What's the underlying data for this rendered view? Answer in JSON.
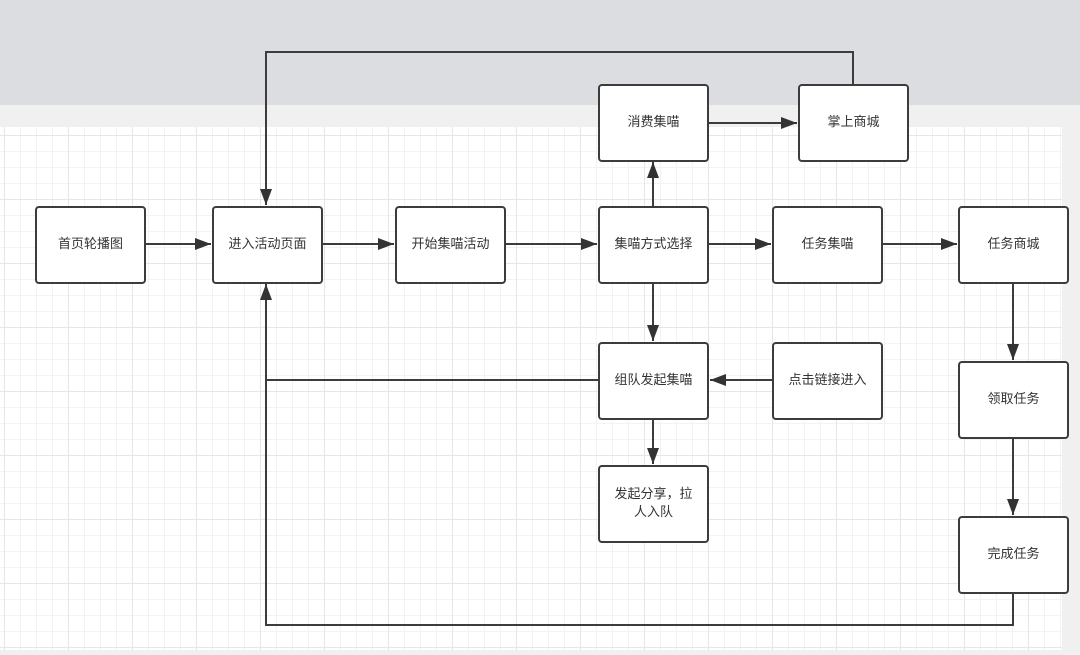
{
  "diagram": {
    "type": "flowchart",
    "nodes": [
      {
        "id": "carousel",
        "label": "首页轮播图"
      },
      {
        "id": "enter_page",
        "label": "进入活动页面"
      },
      {
        "id": "start",
        "label": "开始集喵活动"
      },
      {
        "id": "choose",
        "label": "集喵方式选择"
      },
      {
        "id": "consume",
        "label": "消费集喵"
      },
      {
        "id": "mall",
        "label": "掌上商城"
      },
      {
        "id": "task_collect",
        "label": "任务集喵"
      },
      {
        "id": "task_mall",
        "label": "任务商城"
      },
      {
        "id": "team",
        "label": "组队发起集喵"
      },
      {
        "id": "link",
        "label": "点击链接进入"
      },
      {
        "id": "share",
        "label": "发起分享，拉人入队"
      },
      {
        "id": "claim",
        "label": "领取任务"
      },
      {
        "id": "finish",
        "label": "完成任务"
      }
    ],
    "edges": [
      {
        "from": "carousel",
        "to": "enter_page"
      },
      {
        "from": "enter_page",
        "to": "start"
      },
      {
        "from": "start",
        "to": "choose"
      },
      {
        "from": "choose",
        "to": "consume"
      },
      {
        "from": "consume",
        "to": "mall"
      },
      {
        "from": "mall",
        "to": "enter_page"
      },
      {
        "from": "choose",
        "to": "task_collect"
      },
      {
        "from": "task_collect",
        "to": "task_mall"
      },
      {
        "from": "choose",
        "to": "team"
      },
      {
        "from": "link",
        "to": "team"
      },
      {
        "from": "team",
        "to": "share"
      },
      {
        "from": "team",
        "to": "enter_page"
      },
      {
        "from": "task_mall",
        "to": "claim"
      },
      {
        "from": "claim",
        "to": "finish"
      },
      {
        "from": "finish",
        "to": "enter_page"
      }
    ]
  }
}
